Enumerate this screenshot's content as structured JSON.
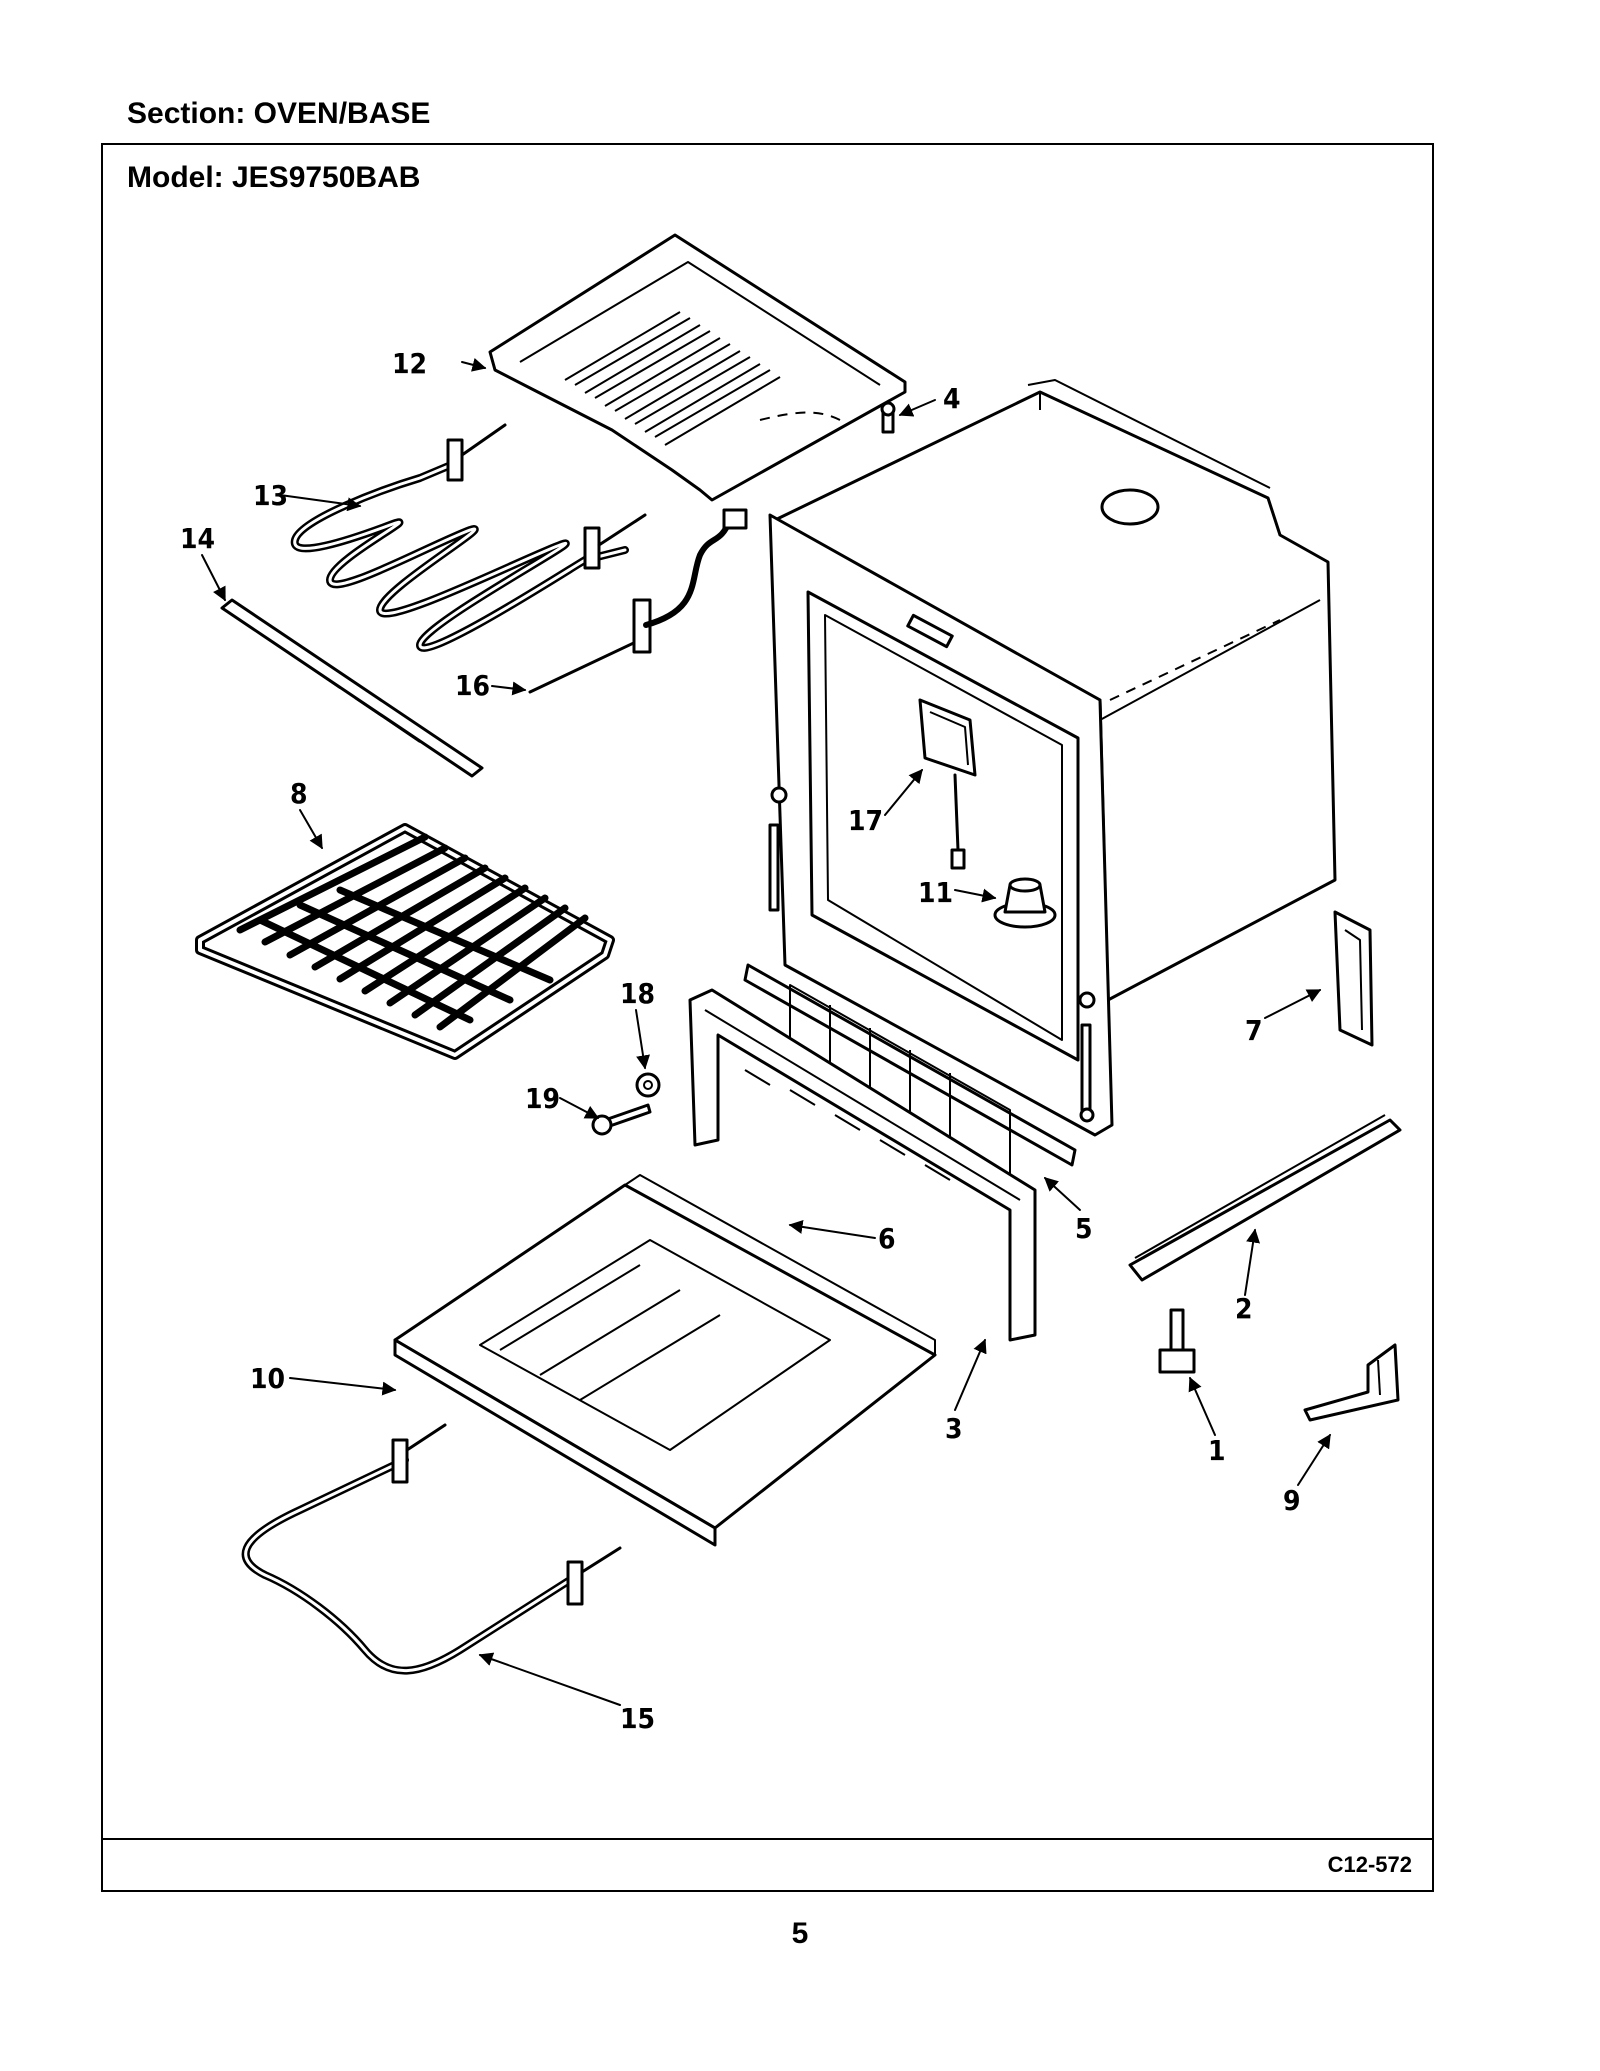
{
  "section_label": "Section:  OVEN/BASE",
  "model_label": "Model:  JES9750BAB",
  "drawing_code": "C12-572",
  "page_number": "5",
  "parts": [
    {
      "callout": "1",
      "icon": "leveling-leg-icon"
    },
    {
      "callout": "2",
      "icon": "base-rail-icon"
    },
    {
      "callout": "3",
      "icon": "front-frame-icon"
    },
    {
      "callout": "4",
      "icon": "screw-icon"
    },
    {
      "callout": "5",
      "icon": "toe-kick-panel-icon"
    },
    {
      "callout": "6",
      "icon": "bottom-panel-icon"
    },
    {
      "callout": "7",
      "icon": "side-bracket-icon"
    },
    {
      "callout": "8",
      "icon": "oven-rack-icon"
    },
    {
      "callout": "9",
      "icon": "anti-tip-bracket-icon"
    },
    {
      "callout": "10",
      "icon": "oven-bottom-icon"
    },
    {
      "callout": "11",
      "icon": "light-socket-icon"
    },
    {
      "callout": "12",
      "icon": "top-heat-shield-icon"
    },
    {
      "callout": "13",
      "icon": "broil-element-icon"
    },
    {
      "callout": "14",
      "icon": "rack-support-icon"
    },
    {
      "callout": "15",
      "icon": "bake-element-icon"
    },
    {
      "callout": "16",
      "icon": "temperature-sensor-icon"
    },
    {
      "callout": "17",
      "icon": "latch-assembly-icon"
    },
    {
      "callout": "18",
      "icon": "nut-icon"
    },
    {
      "callout": "19",
      "icon": "bolt-icon"
    }
  ]
}
